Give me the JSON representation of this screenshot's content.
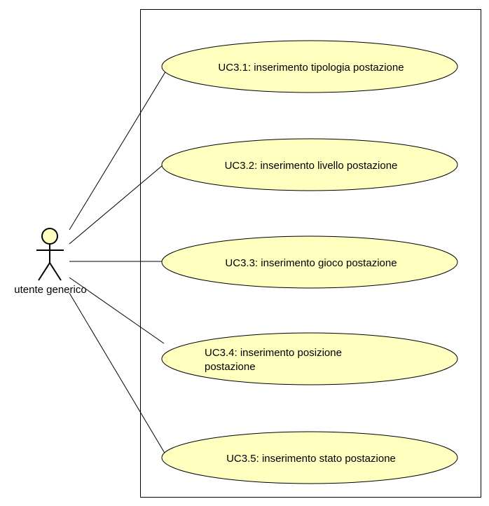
{
  "diagram": {
    "actor": {
      "label": "utente generico"
    },
    "use_cases": [
      {
        "id": "uc31",
        "lines": [
          "UC3.1: inserimento tipologia postazione"
        ]
      },
      {
        "id": "uc32",
        "lines": [
          "UC3.2: inserimento livello postazione"
        ]
      },
      {
        "id": "uc33",
        "lines": [
          "UC3.3: inserimento gioco postazione"
        ]
      },
      {
        "id": "uc34",
        "lines": [
          "UC3.4: inserimento posizione",
          "postazione"
        ]
      },
      {
        "id": "uc35",
        "lines": [
          "UC3.5: inserimento stato postazione"
        ]
      }
    ],
    "colors": {
      "use_case_fill": "#ffffc0",
      "actor_fill": "#ffffc0",
      "stroke": "#000000"
    }
  }
}
